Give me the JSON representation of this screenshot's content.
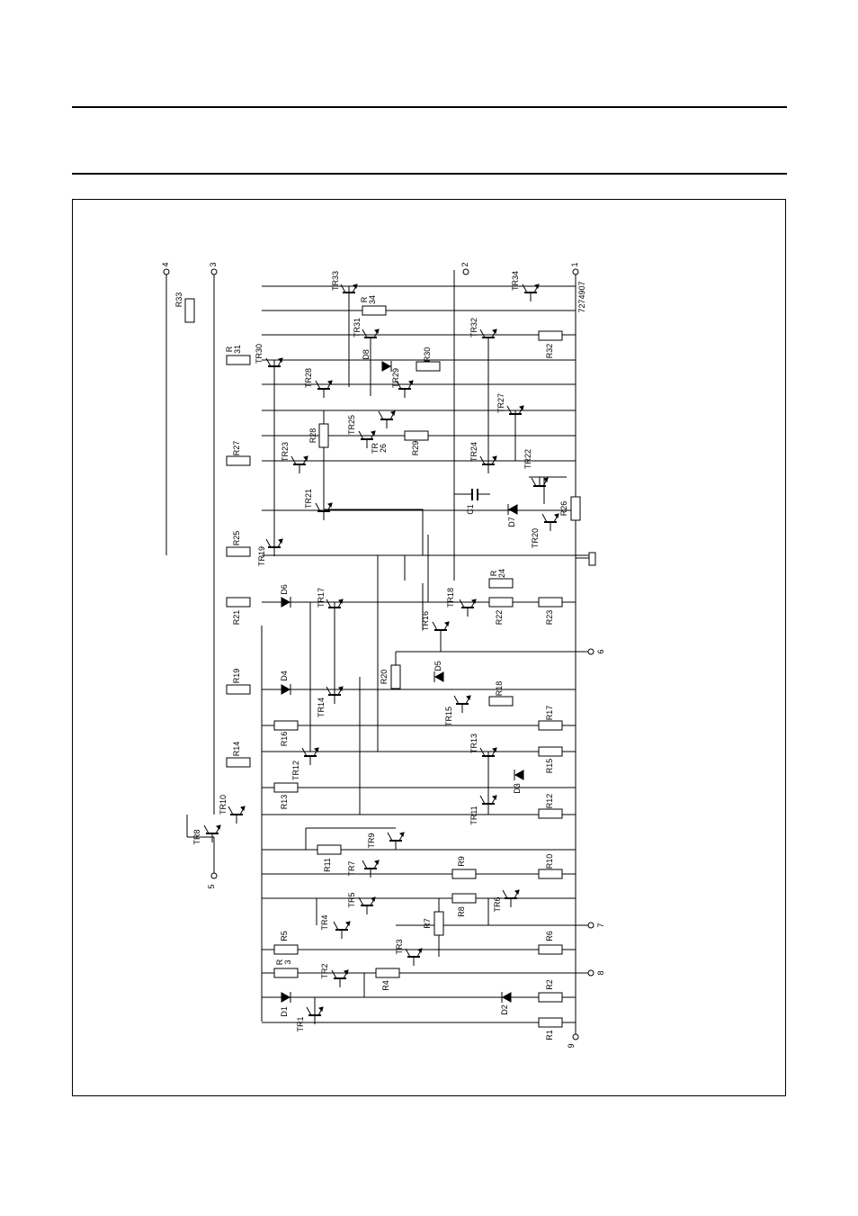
{
  "figure": {
    "drawing_code": "7274907",
    "terminals": [
      {
        "id": "t1",
        "label": "1"
      },
      {
        "id": "t2",
        "label": "2"
      },
      {
        "id": "t3",
        "label": "3"
      },
      {
        "id": "t4",
        "label": "4"
      },
      {
        "id": "t5",
        "label": "5"
      },
      {
        "id": "t6",
        "label": "6"
      },
      {
        "id": "t7",
        "label": "7"
      },
      {
        "id": "t8",
        "label": "8"
      },
      {
        "id": "t9",
        "label": "9"
      }
    ],
    "components": [
      {
        "id": "R33",
        "label": "R33"
      },
      {
        "id": "TR33",
        "label": "TR33"
      },
      {
        "id": "R34",
        "label": "R\n34"
      },
      {
        "id": "TR34",
        "label": "TR34"
      },
      {
        "id": "R31",
        "label": "R\n31"
      },
      {
        "id": "TR30",
        "label": "TR30"
      },
      {
        "id": "TR31",
        "label": "TR31"
      },
      {
        "id": "D8",
        "label": "D8"
      },
      {
        "id": "R30",
        "label": "R30"
      },
      {
        "id": "TR32",
        "label": "TR32"
      },
      {
        "id": "R32",
        "label": "R32"
      },
      {
        "id": "TR28",
        "label": "TR28"
      },
      {
        "id": "TR29",
        "label": "TR29"
      },
      {
        "id": "TR27",
        "label": "TR27"
      },
      {
        "id": "R28",
        "label": "R28"
      },
      {
        "id": "TR25",
        "label": "TR25"
      },
      {
        "id": "TR26",
        "label": "TR\n26"
      },
      {
        "id": "R29",
        "label": "R29"
      },
      {
        "id": "R27",
        "label": "R27"
      },
      {
        "id": "TR23",
        "label": "TR23"
      },
      {
        "id": "TR24",
        "label": "TR24"
      },
      {
        "id": "TR22",
        "label": "TR22"
      },
      {
        "id": "C1",
        "label": "C1"
      },
      {
        "id": "D7",
        "label": "D7"
      },
      {
        "id": "TR21",
        "label": "TR21"
      },
      {
        "id": "R26",
        "label": "R26"
      },
      {
        "id": "TR20",
        "label": "TR20"
      },
      {
        "id": "R25",
        "label": "R25"
      },
      {
        "id": "TR19",
        "label": "TR19"
      },
      {
        "id": "R24",
        "label": "R\n24"
      },
      {
        "id": "R21",
        "label": "R21"
      },
      {
        "id": "D6",
        "label": "D6"
      },
      {
        "id": "TR17",
        "label": "TR17"
      },
      {
        "id": "TR18",
        "label": "TR18"
      },
      {
        "id": "R22",
        "label": "R22"
      },
      {
        "id": "R23",
        "label": "R23"
      },
      {
        "id": "TR16",
        "label": "TR16"
      },
      {
        "id": "R20",
        "label": "R20"
      },
      {
        "id": "D5",
        "label": "D5"
      },
      {
        "id": "R19",
        "label": "R19"
      },
      {
        "id": "D4",
        "label": "D4"
      },
      {
        "id": "TR14",
        "label": "TR14"
      },
      {
        "id": "TR15",
        "label": "TR15"
      },
      {
        "id": "R18",
        "label": "R18"
      },
      {
        "id": "R16",
        "label": "R16"
      },
      {
        "id": "R17",
        "label": "R17"
      },
      {
        "id": "R14",
        "label": "R14"
      },
      {
        "id": "TR12",
        "label": "TR12"
      },
      {
        "id": "TR13",
        "label": "TR13"
      },
      {
        "id": "R15",
        "label": "R15"
      },
      {
        "id": "D3",
        "label": "D3"
      },
      {
        "id": "R13",
        "label": "R13"
      },
      {
        "id": "TR11",
        "label": "TR11"
      },
      {
        "id": "R12",
        "label": "R12"
      },
      {
        "id": "TR10",
        "label": "TR10"
      },
      {
        "id": "TR8",
        "label": "TR8"
      },
      {
        "id": "TR9",
        "label": "TR9"
      },
      {
        "id": "R11",
        "label": "R11"
      },
      {
        "id": "TR7",
        "label": "TR7"
      },
      {
        "id": "R9",
        "label": "R9"
      },
      {
        "id": "R10",
        "label": "R10"
      },
      {
        "id": "TR5",
        "label": "TR5"
      },
      {
        "id": "TR4",
        "label": "TR4"
      },
      {
        "id": "R8",
        "label": "R8"
      },
      {
        "id": "TR6",
        "label": "TR6"
      },
      {
        "id": "R5",
        "label": "R5"
      },
      {
        "id": "R7",
        "label": "R7"
      },
      {
        "id": "TR3",
        "label": "TR3"
      },
      {
        "id": "R6",
        "label": "R6"
      },
      {
        "id": "R3",
        "label": "R\n3"
      },
      {
        "id": "TR2",
        "label": "TR2"
      },
      {
        "id": "R4",
        "label": "R4"
      },
      {
        "id": "D1",
        "label": "D1"
      },
      {
        "id": "TR1",
        "label": "TR1"
      },
      {
        "id": "D2",
        "label": "D2"
      },
      {
        "id": "R2",
        "label": "R2"
      },
      {
        "id": "R1",
        "label": "R1"
      }
    ]
  }
}
